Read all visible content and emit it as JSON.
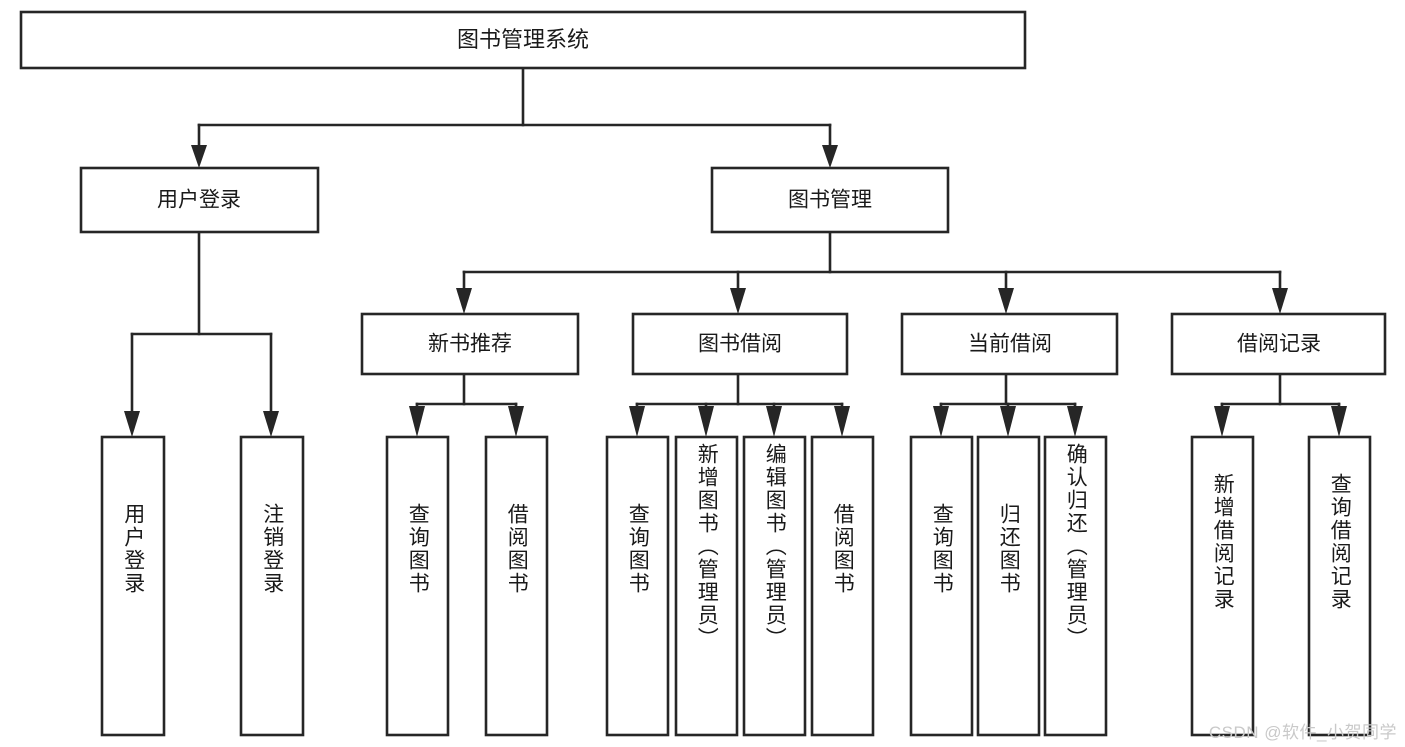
{
  "diagram": {
    "kind": "hierarchy-tree",
    "title_node": {
      "id": "root",
      "label": "图书管理系统"
    },
    "colors": {
      "background": "#ffffff",
      "box_fill": "#ffffff",
      "box_stroke": "#262626",
      "text": "#1a1a1a",
      "watermark": "#c9c9c9"
    },
    "level2": [
      {
        "id": "user-login",
        "label": "用户登录"
      },
      {
        "id": "book-manage",
        "label": "图书管理"
      }
    ],
    "level3": [
      {
        "id": "new-book-rec",
        "label": "新书推荐",
        "parent": "book-manage"
      },
      {
        "id": "book-borrow",
        "label": "图书借阅",
        "parent": "book-manage"
      },
      {
        "id": "current-borrow",
        "label": "当前借阅",
        "parent": "book-manage"
      },
      {
        "id": "borrow-record",
        "label": "借阅记录",
        "parent": "book-manage"
      }
    ],
    "leaves": [
      {
        "id": "leaf-user-login",
        "label": "用户登录",
        "parent": "user-login"
      },
      {
        "id": "leaf-logout-login",
        "label": "注销登录",
        "parent": "user-login"
      },
      {
        "id": "leaf-query-book-1",
        "label": "查询图书",
        "parent": "new-book-rec"
      },
      {
        "id": "leaf-borrow-book-1",
        "label": "借阅图书",
        "parent": "new-book-rec"
      },
      {
        "id": "leaf-query-book-2",
        "label": "查询图书",
        "parent": "book-borrow"
      },
      {
        "id": "leaf-add-book",
        "label": "新增图书（管理员）",
        "parent": "book-borrow"
      },
      {
        "id": "leaf-edit-book",
        "label": "编辑图书（管理员）",
        "parent": "book-borrow"
      },
      {
        "id": "leaf-borrow-book-2",
        "label": "借阅图书",
        "parent": "book-borrow"
      },
      {
        "id": "leaf-query-book-3",
        "label": "查询图书",
        "parent": "current-borrow"
      },
      {
        "id": "leaf-return-book",
        "label": "归还图书",
        "parent": "current-borrow"
      },
      {
        "id": "leaf-confirm-return",
        "label": "确认归还（管理员）",
        "parent": "current-borrow"
      },
      {
        "id": "leaf-add-record",
        "label": "新增借阅记录",
        "parent": "borrow-record"
      },
      {
        "id": "leaf-query-record",
        "label": "查询借阅记录",
        "parent": "borrow-record"
      }
    ]
  },
  "watermark": {
    "text": "CSDN @软件_小贺同学"
  }
}
